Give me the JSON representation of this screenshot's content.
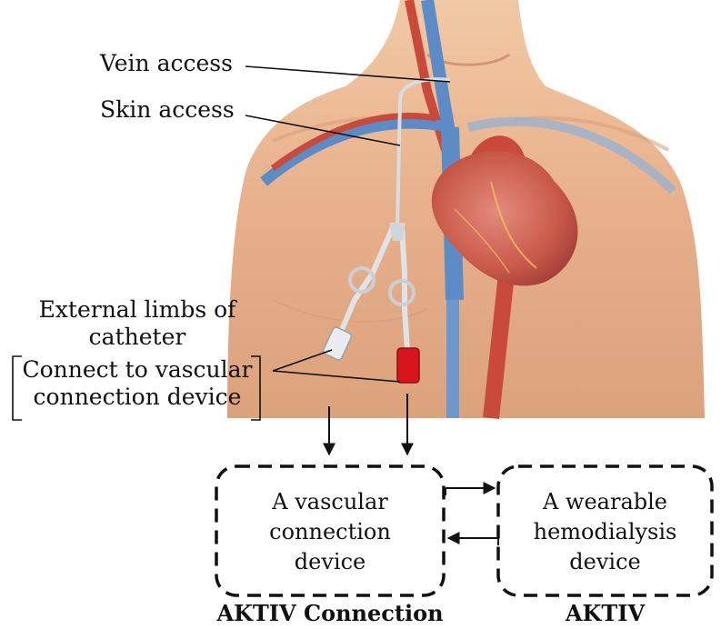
{
  "labels": {
    "vein_access": "Vein access",
    "skin_access": "Skin access",
    "external_limbs_line1": "External limbs of",
    "external_limbs_line2": "catheter",
    "connect_line1": "Connect to vascular",
    "connect_line2": "connection device"
  },
  "boxes": {
    "vascular": {
      "line1": "A vascular",
      "line2": "connection",
      "line3": "device",
      "caption": "AKTIV Connection"
    },
    "wearable": {
      "line1": "A wearable",
      "line2": "hemodialysis",
      "line3": "device",
      "caption": "AKTIV"
    }
  },
  "colors": {
    "skin": "#e8b48c",
    "vein": "#5b8cc6",
    "artery": "#c94a3a",
    "heart": "#c95a4a",
    "catheter_clear": "#e8ecef",
    "catheter_red": "#d8141c",
    "line": "#111111"
  }
}
